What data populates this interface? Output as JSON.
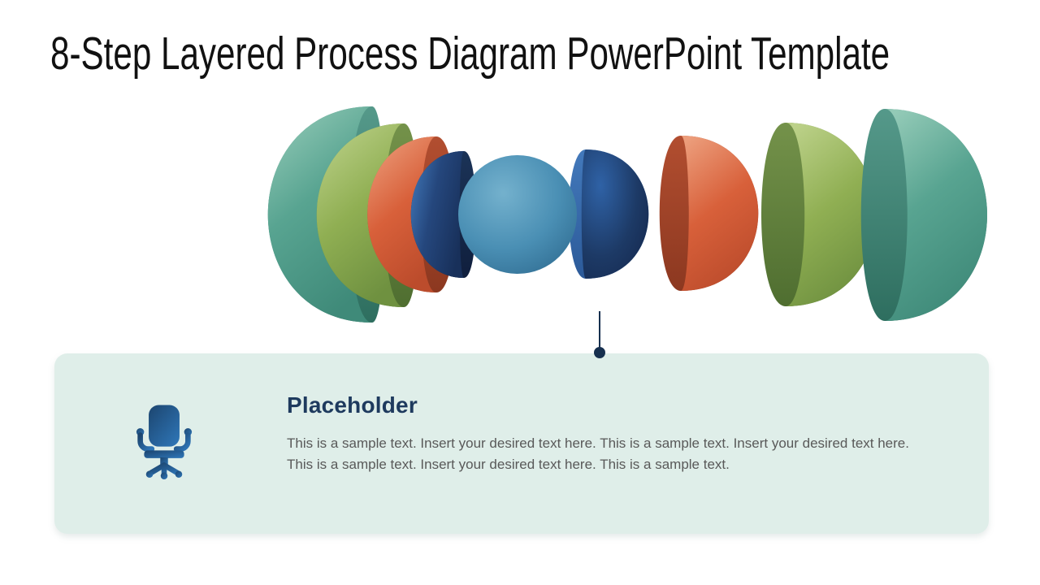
{
  "slide": {
    "title": "8-Step Layered Process Diagram PowerPoint Template",
    "background_color": "#ffffff"
  },
  "diagram": {
    "description": "exploded layered sphere with 8 lens-shaped slices around a central sphere core",
    "core_color": "#4a8fb4",
    "connector_color": "#17304f",
    "steps": [
      {
        "id": 1,
        "position": "left-outer",
        "color_name": "teal",
        "color": "#58a491"
      },
      {
        "id": 2,
        "position": "left-2",
        "color_name": "green",
        "color": "#90af53"
      },
      {
        "id": 3,
        "position": "left-3",
        "color_name": "orange",
        "color": "#d8603a"
      },
      {
        "id": 4,
        "position": "left-inner",
        "color_name": "dark-blue",
        "color": "#25477d"
      },
      {
        "id": 5,
        "position": "right-inner",
        "color_name": "dark-blue",
        "color": "#1d3a66"
      },
      {
        "id": 6,
        "position": "right-3",
        "color_name": "orange",
        "color": "#d35c36"
      },
      {
        "id": 7,
        "position": "right-2",
        "color_name": "green",
        "color": "#8dac51"
      },
      {
        "id": 8,
        "position": "right-outer",
        "color_name": "teal",
        "color": "#57a38f"
      }
    ]
  },
  "card": {
    "background_color": "#dfeee9",
    "icon": "office-chair-icon",
    "icon_color_start": "#1c456f",
    "icon_color_end": "#2e75b6",
    "heading": "Placeholder",
    "heading_color": "#1e3a5e",
    "body": "This is a sample text. Insert your desired text here. This is a sample text. Insert your desired text here. This is a sample text. Insert your desired text here. This is a sample text.",
    "body_color": "#595959"
  }
}
